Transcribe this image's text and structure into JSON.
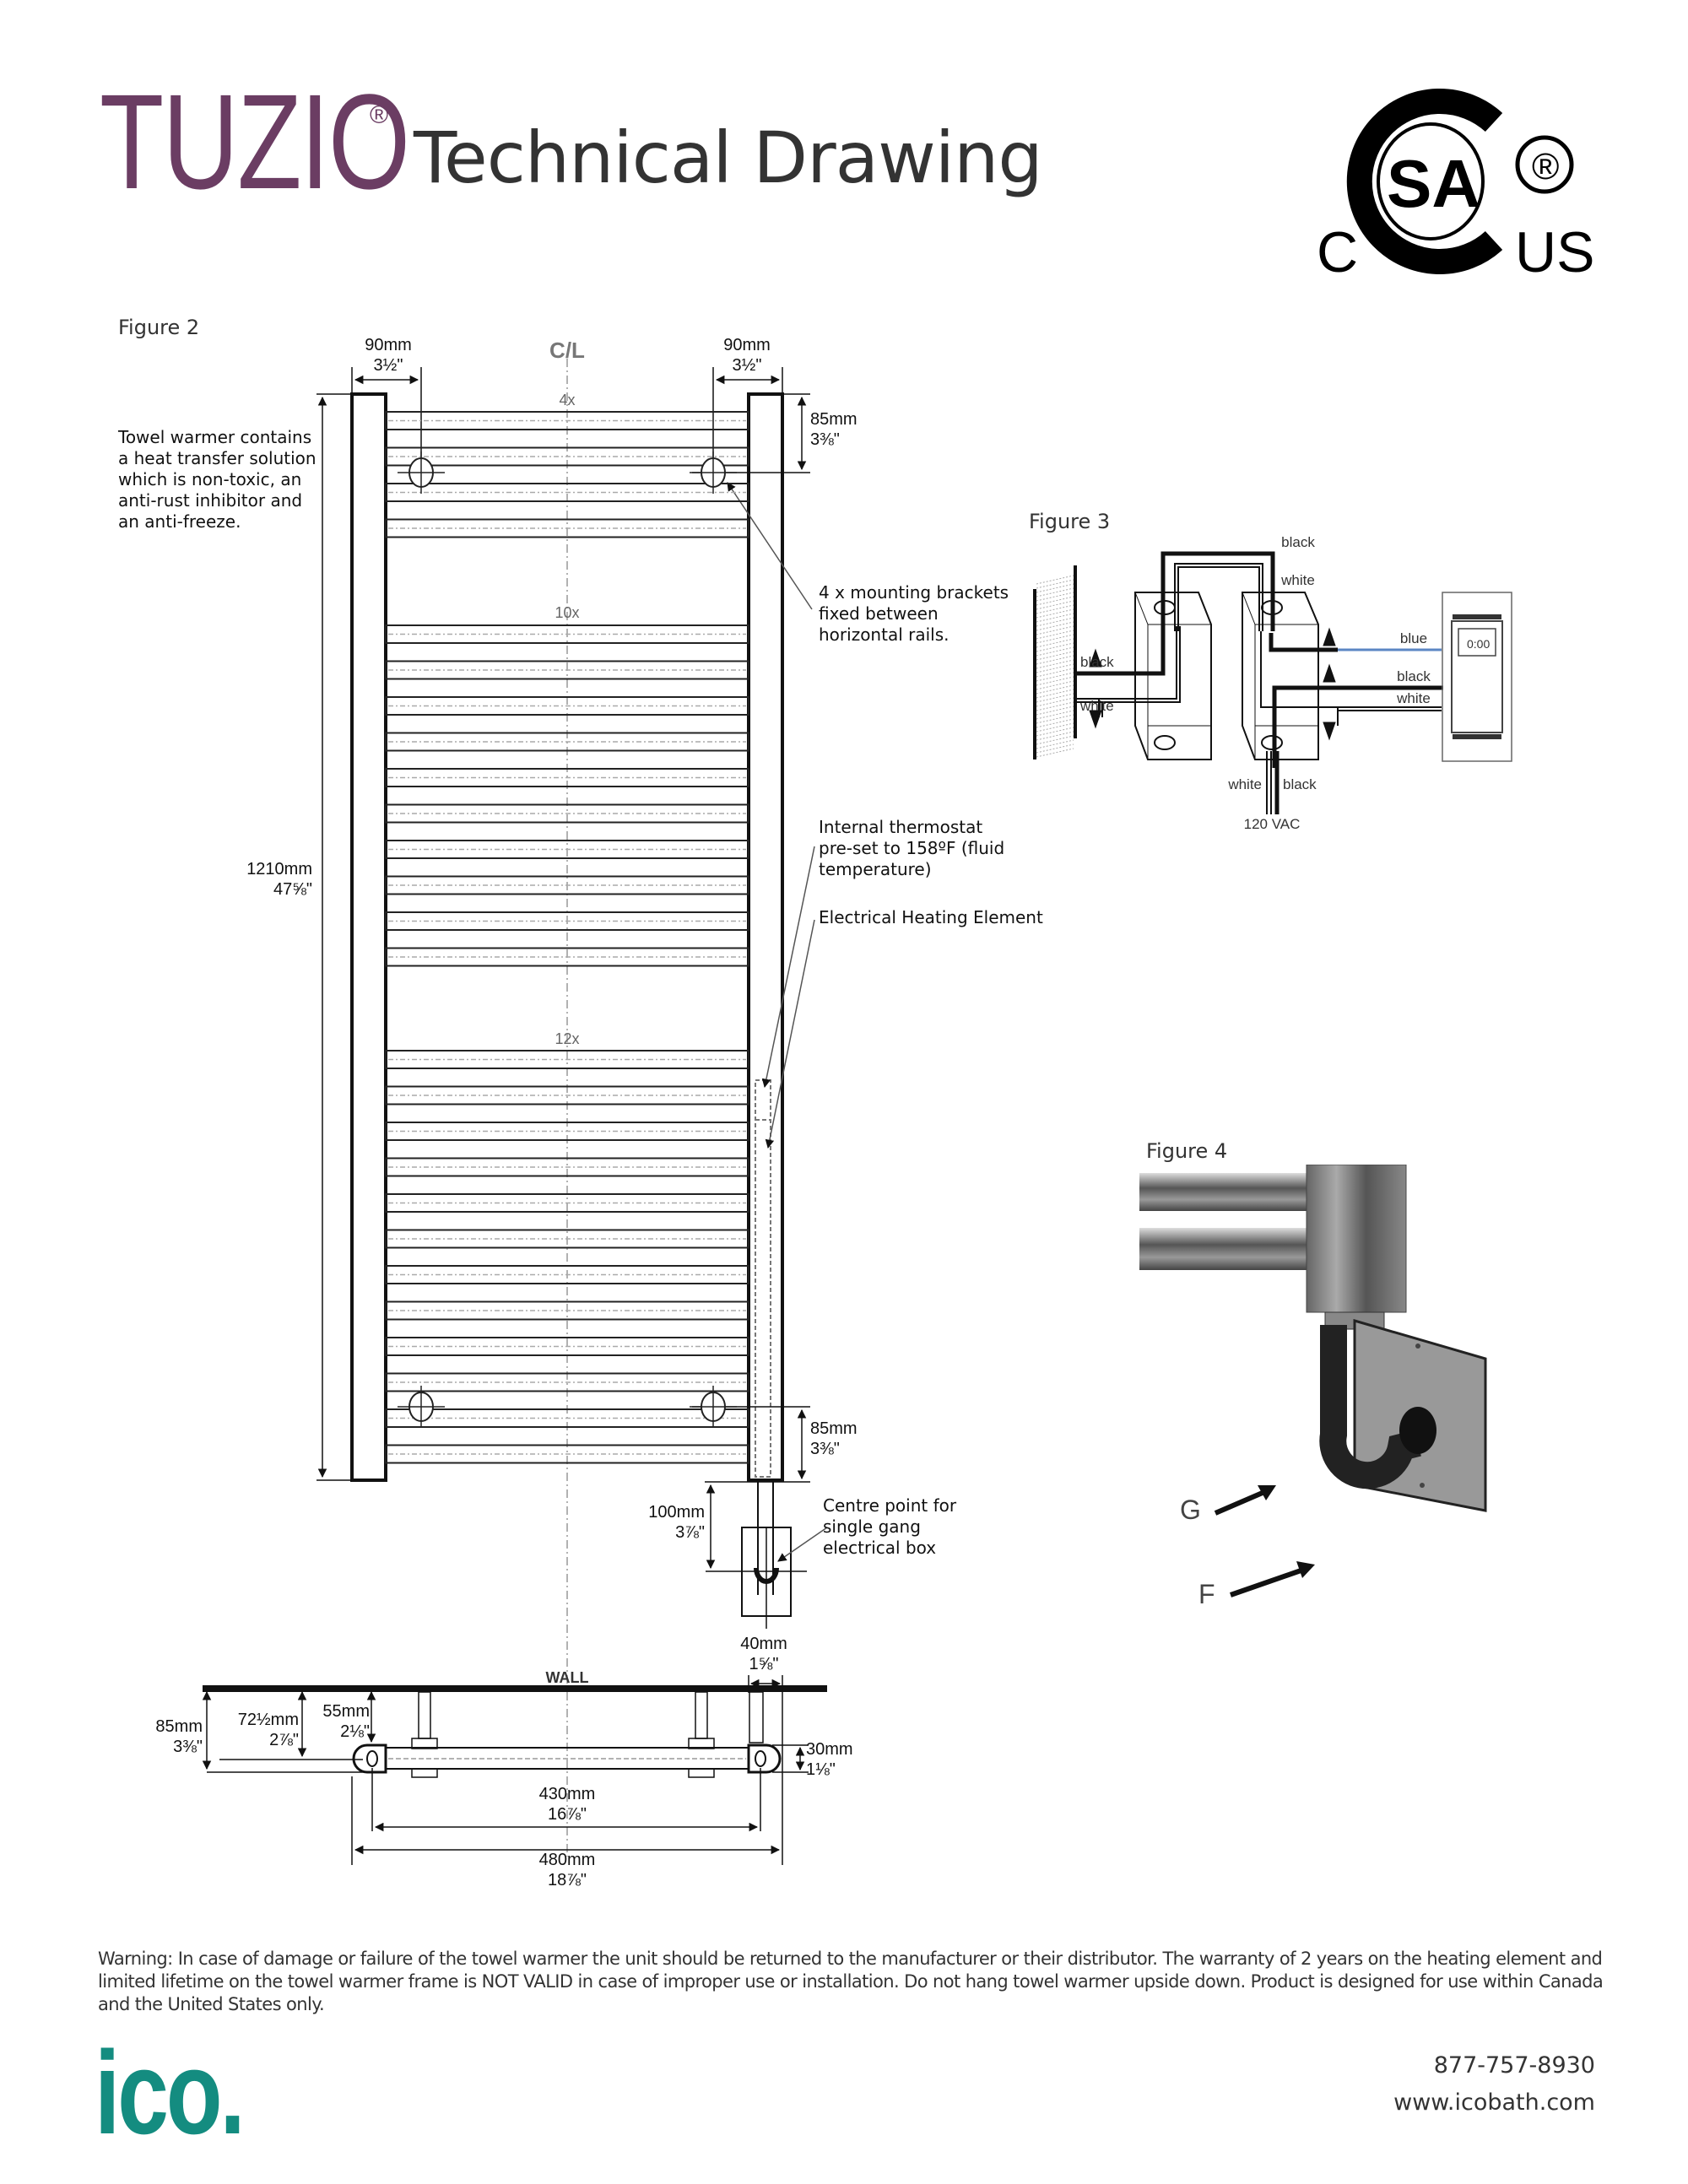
{
  "header": {
    "brand": "TUZIO",
    "brand_registered": "®",
    "title": "Technical Drawing",
    "certification": {
      "mark": "SA",
      "left": "C",
      "right": "US",
      "registered": "®",
      "icon": "csa-certification-icon"
    }
  },
  "colors": {
    "brand_purple": "#6b3d63",
    "ico_teal": "#148c80",
    "wire_blue": "#5b86c4",
    "text_dark": "#333333"
  },
  "figure2": {
    "label": "Figure 2",
    "centerline": "C/L",
    "note": "Towel warmer contains\na heat transfer solution\nwhich is non-toxic, an\nanti-rust inhibitor and\nan anti-freeze.",
    "rail_groups": [
      {
        "label": "4x",
        "count": 4
      },
      {
        "label": "10x",
        "count": 10
      },
      {
        "label": "12x",
        "count": 12
      }
    ],
    "dimensions": {
      "bracket_left": {
        "mm": "90mm",
        "in": "3½\""
      },
      "bracket_right": {
        "mm": "90mm",
        "in": "3½\""
      },
      "top_offset": {
        "mm": "85mm",
        "in": "3⅜\""
      },
      "height": {
        "mm": "1210mm",
        "in": "47⅝\""
      },
      "bottom_offset": {
        "mm": "85mm",
        "in": "3⅜\""
      },
      "box_drop": {
        "mm": "100mm",
        "in": "3⅞\""
      },
      "bar_width": {
        "mm": "40mm",
        "in": "1⅝\""
      },
      "wall_depth": {
        "mm": "85mm",
        "in": "3⅜\""
      },
      "bar_center_depth": {
        "mm": "72½mm",
        "in": "2⅞\""
      },
      "bracket_depth": {
        "mm": "55mm",
        "in": "2⅛\""
      },
      "bar_depth": {
        "mm": "30mm",
        "in": "1⅛\""
      },
      "center_width": {
        "mm": "430mm",
        "in": "16⅞\""
      },
      "overall_width": {
        "mm": "480mm",
        "in": "18⅞\""
      }
    },
    "callouts": {
      "brackets": "4 x mounting brackets\nfixed between\nhorizontal rails.",
      "thermostat": "Internal thermostat\npre-set to 158ºF (fluid\ntemperature)",
      "element": "Electrical Heating Element",
      "box": "Centre point for\nsingle gang\nelectrical box"
    },
    "wall_label": "WALL"
  },
  "figure3": {
    "label": "Figure 3",
    "wires": {
      "top_black": "black",
      "top_white": "white",
      "left_black": "black",
      "left_white": "white",
      "blue": "blue",
      "right_black": "black",
      "right_white": "white",
      "supply_white": "white",
      "supply_black": "black"
    },
    "supply": "120 VAC",
    "timer_display": "0:00"
  },
  "figure4": {
    "label": "Figure 4",
    "marker_g": "G",
    "marker_f": "F"
  },
  "footer": {
    "warning": "Warning: In case of damage or failure of the towel warmer the unit should be returned to the manufacturer or their distributor. The warranty of 2 years on the heating element and limited lifetime on the towel warmer frame is NOT VALID in case of improper use or installation. Do not hang towel warmer upside down. Product is designed for use within Canada and the United States only.",
    "logo": "ico.",
    "phone": "877-757-8930",
    "website": "www.icobath.com"
  }
}
